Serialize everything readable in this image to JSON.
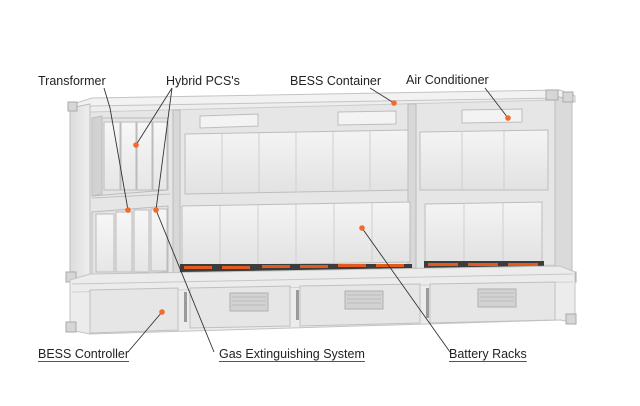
{
  "labels": {
    "transformer": "Transformer",
    "hybrid_pcs": "Hybrid PCS's",
    "bess_container": "BESS Container",
    "air_conditioner": "Air Conditioner",
    "bess_controller": "BESS Controller",
    "gas_extinguishing": "Gas Extinguishing System",
    "battery_racks": "Battery Racks"
  },
  "colors": {
    "marker": "#f26a2e",
    "leader": "#333333",
    "label_text": "#222222"
  }
}
